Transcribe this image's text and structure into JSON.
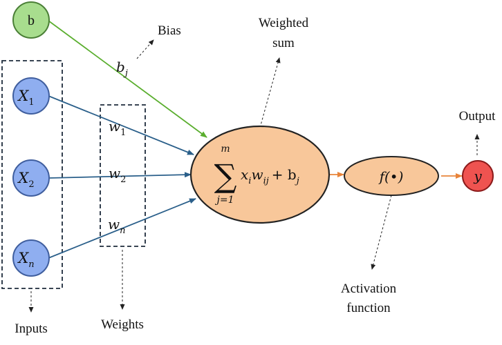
{
  "labels": {
    "bias": "Bias",
    "weighted_sum_line1": "Weighted",
    "weighted_sum_line2": "sum",
    "output": "Output",
    "activation_line1": "Activation",
    "activation_line2": "function",
    "inputs": "Inputs",
    "weights": "Weights"
  },
  "nodes": {
    "bias_node": "b",
    "input_1": {
      "base": "X",
      "sub": "1"
    },
    "input_2": {
      "base": "X",
      "sub": "2"
    },
    "input_n": {
      "base": "X",
      "sub": "n"
    },
    "output_node": "y",
    "activation": "f(•)"
  },
  "edge_labels": {
    "bias": {
      "base": "b",
      "sub": "j"
    },
    "w1": {
      "base": "w",
      "sub": "1"
    },
    "w2": {
      "base": "w",
      "sub": "2"
    },
    "wn": {
      "base": "w",
      "sub": "n"
    }
  },
  "sum": {
    "symbol": "∑",
    "upper": "m",
    "lower": "j=1",
    "x": "x",
    "x_sub": "i",
    "w": "w",
    "w_sub": "ij",
    "plus_b": "+ b",
    "b_sub": "j"
  },
  "colors": {
    "input_fill": "#8FAEF0",
    "input_stroke": "#3F5E9E",
    "bias_fill": "#A8DD8E",
    "bias_stroke": "#4A7F36",
    "neuron_fill": "#F8C79A",
    "neuron_stroke": "#222222",
    "output_fill": "#EF5350",
    "output_stroke": "#8B1A1A",
    "blue_line": "#2A5F8A",
    "green_line": "#5AAE2E",
    "orange_line": "#E8843A"
  }
}
